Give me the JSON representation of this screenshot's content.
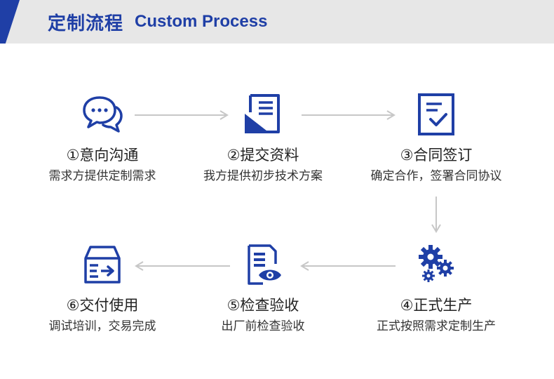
{
  "header": {
    "title_zh": "定制流程",
    "title_en": "Custom Process"
  },
  "colors": {
    "brand_blue": "#1f3fa6",
    "header_bg": "#e7e7e7",
    "arrow_gray": "#c7c7c7"
  },
  "steps": [
    {
      "title": "①意向沟通",
      "desc": "需求方提供定制需求",
      "icon": "chat-bubbles-icon"
    },
    {
      "title": "②提交资料",
      "desc": "我方提供初步技术方案",
      "icon": "document-icon"
    },
    {
      "title": "③合同签订",
      "desc": "确定合作，签署合同协议",
      "icon": "contract-check-icon"
    },
    {
      "title": "④正式生产",
      "desc": "正式按照需求定制生产",
      "icon": "gears-icon"
    },
    {
      "title": "⑤检查验收",
      "desc": "出厂前检查验收",
      "icon": "document-eye-icon"
    },
    {
      "title": "⑥交付使用",
      "desc": "调试培训，交易完成",
      "icon": "delivery-box-icon"
    }
  ]
}
